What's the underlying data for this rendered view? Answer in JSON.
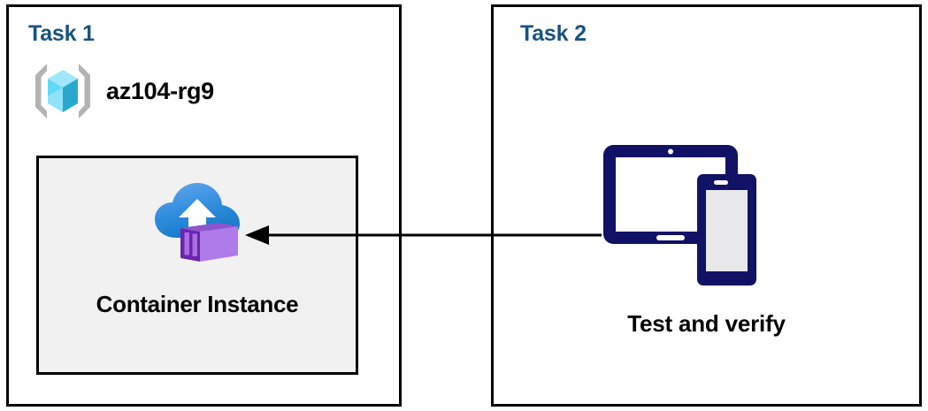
{
  "diagram": {
    "title": "Azure Container Instance task diagram",
    "background_color": "#FFFFFF",
    "panels": [
      {
        "id": "task1",
        "title": "Task 1",
        "title_color": "#1A5380",
        "border_color": "#000000",
        "resource_group": {
          "icon": "resource-group-icon",
          "label": "az104-rg9",
          "icon_colors": {
            "bracket": "#B3B3B3",
            "cube_light": "#9FE7FB",
            "cube_mid": "#32C5F4",
            "cube_dark": "#28A3C8"
          }
        },
        "resource_box": {
          "icon": "container-instance-icon",
          "label": "Container Instance",
          "fill": "#F1F1F1",
          "border_color": "#000000",
          "icon_colors": {
            "cloud_top": "#4E9CEB",
            "cloud_bottom": "#1880D0",
            "arrow": "#FFFFFF",
            "container_light": "#AE7BE8",
            "container_dark": "#6B25AF",
            "container_mid": "#8E55CE"
          }
        }
      },
      {
        "id": "task2",
        "title": "Task 2",
        "title_color": "#1A5380",
        "border_color": "#000000",
        "devices": {
          "icon": "tablet-and-phone-icon",
          "label": "Test and verify",
          "icon_colors": {
            "device_outline": "#111166",
            "screen_fill": "#FFFFFF",
            "phone_screen_fill": "#E8E8EA"
          }
        }
      }
    ],
    "connector": {
      "name": "arrow-task2-to-container-instance",
      "direction": "right-to-left",
      "color": "#000000",
      "from": "Test and verify",
      "to": "Container Instance"
    }
  }
}
